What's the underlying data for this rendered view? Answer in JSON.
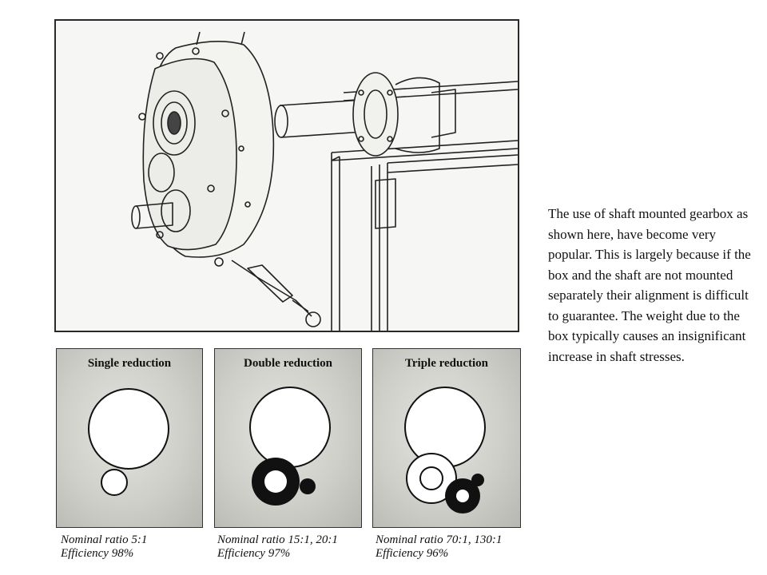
{
  "panels": [
    {
      "title": "Single reduction",
      "caption_line1": "Nominal ratio 5:1",
      "caption_line2": "Efficiency 98%"
    },
    {
      "title": "Double reduction",
      "caption_line1": "Nominal ratio 15:1, 20:1",
      "caption_line2": "Efficiency 97%"
    },
    {
      "title": "Triple reduction",
      "caption_line1": "Nominal ratio 70:1, 130:1",
      "caption_line2": "Efficiency 96%"
    }
  ],
  "description": "The use of shaft mounted gearbox as shown here, have become very popular. This is largely because if the box and the shaft are not mounted separately their alignment is difficult to guarantee. The weight due to the box typically causes an insignificant increase in shaft stresses.",
  "colors": {
    "ink": "#111111",
    "panel_bg": "#cfcfca",
    "gear_fill": "#ffffff",
    "gear_dark": "#111111"
  }
}
